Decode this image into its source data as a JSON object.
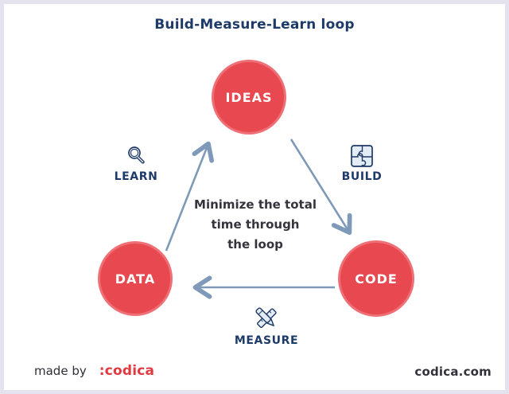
{
  "title": "Build-Measure-Learn loop",
  "nodes": [
    {
      "id": "ideas",
      "label": "IDEAS"
    },
    {
      "id": "data",
      "label": "DATA"
    },
    {
      "id": "code",
      "label": "CODE"
    }
  ],
  "steps": {
    "learn": {
      "label": "LEARN",
      "icon": "magnifier-icon"
    },
    "build": {
      "label": "BUILD",
      "icon": "puzzle-icon"
    },
    "measure": {
      "label": "MEASURE",
      "icon": "pencil-ruler-icon"
    }
  },
  "center_text": {
    "line1": "Minimize the total",
    "line2": "time through",
    "line3": "the loop"
  },
  "footer": {
    "made_by": "made by",
    "brand": ":codica",
    "site": "codica.com"
  },
  "colors": {
    "node_red": "#e84950",
    "node_ring": "#ee7076",
    "navy": "#1e3a68",
    "arrow": "#7f9ab8",
    "center_text": "#35343c",
    "brand_red": "#e13940",
    "border": "#e5e3ee"
  }
}
